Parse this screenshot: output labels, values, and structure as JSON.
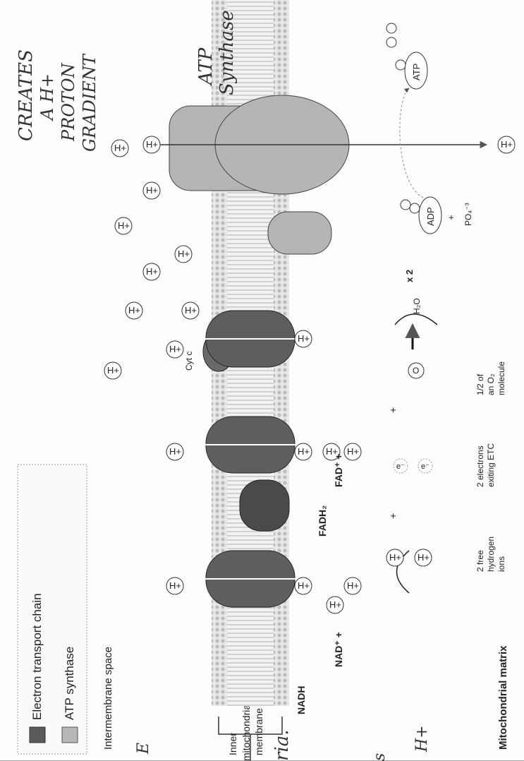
{
  "legend": {
    "items": [
      {
        "label": "Electron transport chain",
        "color": "#5a5a5a"
      },
      {
        "label": "ATP synthase",
        "color": "#b8b8b8"
      }
    ]
  },
  "regions": {
    "intermembrane": "Intermembrane space",
    "matrix": "Mitochondrial matrix",
    "membrane_lines": [
      "Inner",
      "mitochondrial",
      "membrane"
    ]
  },
  "molecules": {
    "nadh": "NADH",
    "nad": "NAD⁺ +",
    "fadh2": "FADH₂",
    "fad": "FAD⁺ +",
    "cytc": "Cyt c",
    "adp": "ADP",
    "plus": "+",
    "po4": "PO₄⁻³",
    "atp": "ATP",
    "h_ion": "H+",
    "electron": "e⁻",
    "oxygen": "O",
    "water": "H₂O",
    "times2": "x 2"
  },
  "equation_captions": {
    "hydrogen": [
      "2 free",
      "hydrogen",
      "ions"
    ],
    "electrons": [
      "2 electrons",
      "exiting ETC"
    ],
    "oxygen": [
      "1/2 of",
      "an O₂",
      "molecule"
    ]
  },
  "handwritten": {
    "creates": [
      "CREATES",
      "A H+",
      "PROTON",
      "GRADIENT"
    ],
    "synthase": [
      "ATP",
      "Synthase"
    ],
    "margin": [
      "E",
      "ria.",
      "s",
      "H+"
    ]
  },
  "colors": {
    "membrane": "#cfcfcf",
    "etc_complex": "#5e5e5e",
    "atp_synthase": "#b5b5b5"
  }
}
